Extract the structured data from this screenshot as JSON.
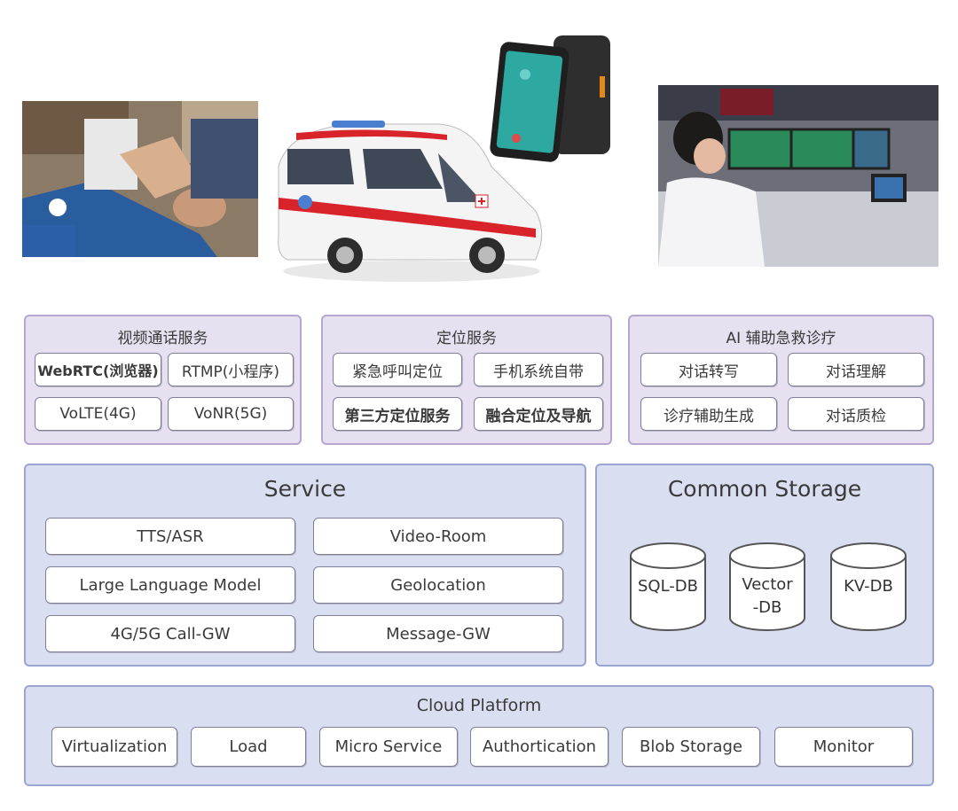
{
  "video_panel": {
    "title": "视频通话服务",
    "items": [
      "WebRTC(浏览器)",
      "RTMP(小程序)",
      "VoLTE(4G)",
      "VoNR(5G)"
    ]
  },
  "location_panel": {
    "title": "定位服务",
    "items": [
      "紧急呼叫定位",
      "手机系统自带",
      "第三方定位服务",
      "融合定位及导航"
    ]
  },
  "ai_panel": {
    "title": "AI 辅助急救诊疗",
    "items": [
      "对话转写",
      "对话理解",
      "诊疗辅助生成",
      "对话质检"
    ]
  },
  "service_panel": {
    "title": "Service",
    "items": [
      "TTS/ASR",
      "Video-Room",
      "Large Language Model",
      "Geolocation",
      "4G/5G Call-GW",
      "Message-GW"
    ]
  },
  "storage_panel": {
    "title": "Common Storage",
    "databases": [
      "SQL-DB",
      "Vector-DB",
      "KV-DB"
    ]
  },
  "cloud_panel": {
    "title": "Cloud Platform",
    "items": [
      "Virtualization",
      "Load",
      "Micro Service",
      "Authortication",
      "Blob Storage",
      "Monitor"
    ]
  },
  "colors": {
    "top_panel_bg": "#e6e0f0",
    "top_panel_border": "#b6a6d2",
    "blue_panel_bg": "#d9def1",
    "blue_panel_border": "#9aa5d2",
    "ambulance_stripe": "#d8232a"
  }
}
